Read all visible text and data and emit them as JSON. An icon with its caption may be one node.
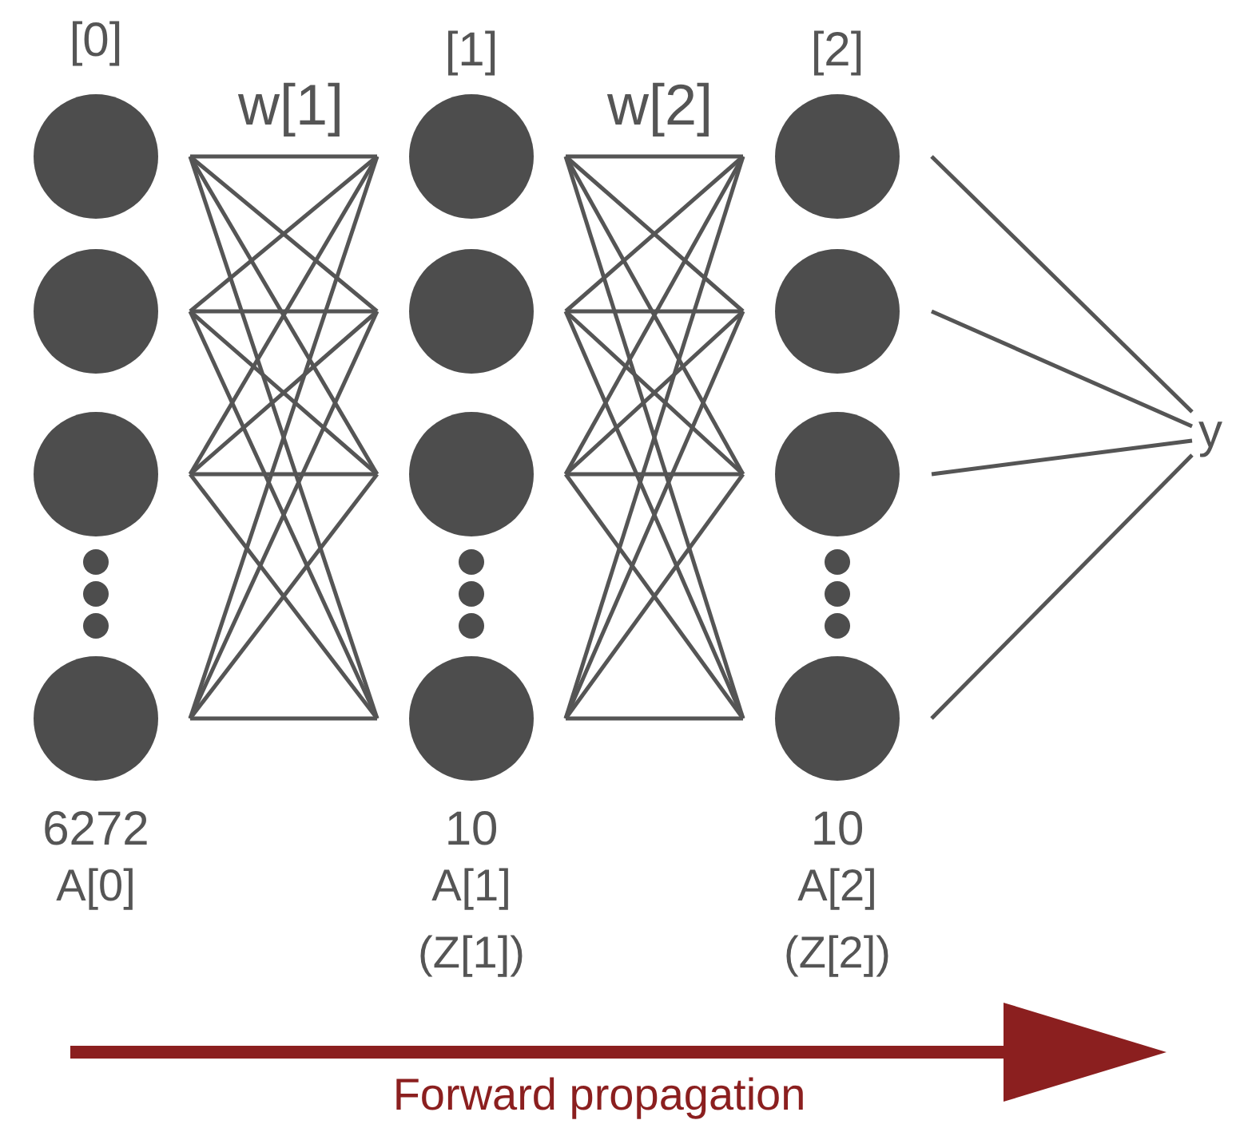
{
  "diagram": {
    "nodes": [
      {
        "text": [],
        "shape": "circle"
      },
      {
        "text": [],
        "shape": "circle"
      },
      {
        "text": [],
        "shape": "circle"
      },
      {
        "text": [],
        "shape": "circle"
      },
      {
        "text": [],
        "shape": "circle"
      },
      {
        "text": [],
        "shape": "circle"
      },
      {
        "text": [],
        "shape": "circle"
      },
      {
        "text": [],
        "shape": "circle"
      },
      {
        "text": [],
        "shape": "circle"
      },
      {
        "text": [],
        "shape": "circle"
      },
      {
        "text": [],
        "shape": "circle"
      },
      {
        "text": [],
        "shape": "circle"
      },
      {
        "text": [
          "y"
        ]
      }
    ],
    "edges": [
      {
        "from": 0,
        "to": 4,
        "arrow": "none"
      },
      {
        "from": 0,
        "to": 5,
        "arrow": "none"
      },
      {
        "from": 0,
        "to": 6,
        "arrow": "none"
      },
      {
        "from": 0,
        "to": 7,
        "arrow": "none"
      },
      {
        "from": 1,
        "to": 4,
        "arrow": "none"
      },
      {
        "from": 1,
        "to": 5,
        "arrow": "none"
      },
      {
        "from": 1,
        "to": 6,
        "arrow": "none"
      },
      {
        "from": 1,
        "to": 7,
        "arrow": "none"
      },
      {
        "from": 2,
        "to": 4,
        "arrow": "none"
      },
      {
        "from": 2,
        "to": 5,
        "arrow": "none"
      },
      {
        "from": 2,
        "to": 6,
        "arrow": "none"
      },
      {
        "from": 2,
        "to": 7,
        "arrow": "none"
      },
      {
        "from": 3,
        "to": 4,
        "arrow": "none"
      },
      {
        "from": 3,
        "to": 5,
        "arrow": "none"
      },
      {
        "from": 3,
        "to": 6,
        "arrow": "none"
      },
      {
        "from": 3,
        "to": 7,
        "arrow": "none"
      },
      {
        "from": 4,
        "to": 8,
        "arrow": "none"
      },
      {
        "from": 4,
        "to": 9,
        "arrow": "none"
      },
      {
        "from": 4,
        "to": 10,
        "arrow": "none"
      },
      {
        "from": 4,
        "to": 11,
        "arrow": "none"
      },
      {
        "from": 5,
        "to": 8,
        "arrow": "none"
      },
      {
        "from": 5,
        "to": 9,
        "arrow": "none"
      },
      {
        "from": 5,
        "to": 10,
        "arrow": "none"
      },
      {
        "from": 5,
        "to": 11,
        "arrow": "none"
      },
      {
        "from": 6,
        "to": 8,
        "arrow": "none"
      },
      {
        "from": 6,
        "to": 9,
        "arrow": "none"
      },
      {
        "from": 6,
        "to": 10,
        "arrow": "none"
      },
      {
        "from": 6,
        "to": 11,
        "arrow": "none"
      },
      {
        "from": 7,
        "to": 8,
        "arrow": "none"
      },
      {
        "from": 7,
        "to": 9,
        "arrow": "none"
      },
      {
        "from": 7,
        "to": 10,
        "arrow": "none"
      },
      {
        "from": 7,
        "to": 11,
        "arrow": "none"
      },
      {
        "from": 8,
        "to": 12,
        "arrow": "none"
      },
      {
        "from": 9,
        "to": 12,
        "arrow": "none"
      },
      {
        "from": 10,
        "to": 12,
        "arrow": "none"
      },
      {
        "from": 11,
        "to": 12,
        "arrow": "none"
      }
    ],
    "labels": [
      "[0]",
      "w[1]",
      "[1]",
      "w[2]",
      "[2]",
      "6272",
      "A[0]",
      "10",
      "A[1]",
      "(Z[1])",
      "10",
      "A[2]",
      "(Z[2])",
      "Forward propagation"
    ]
  }
}
